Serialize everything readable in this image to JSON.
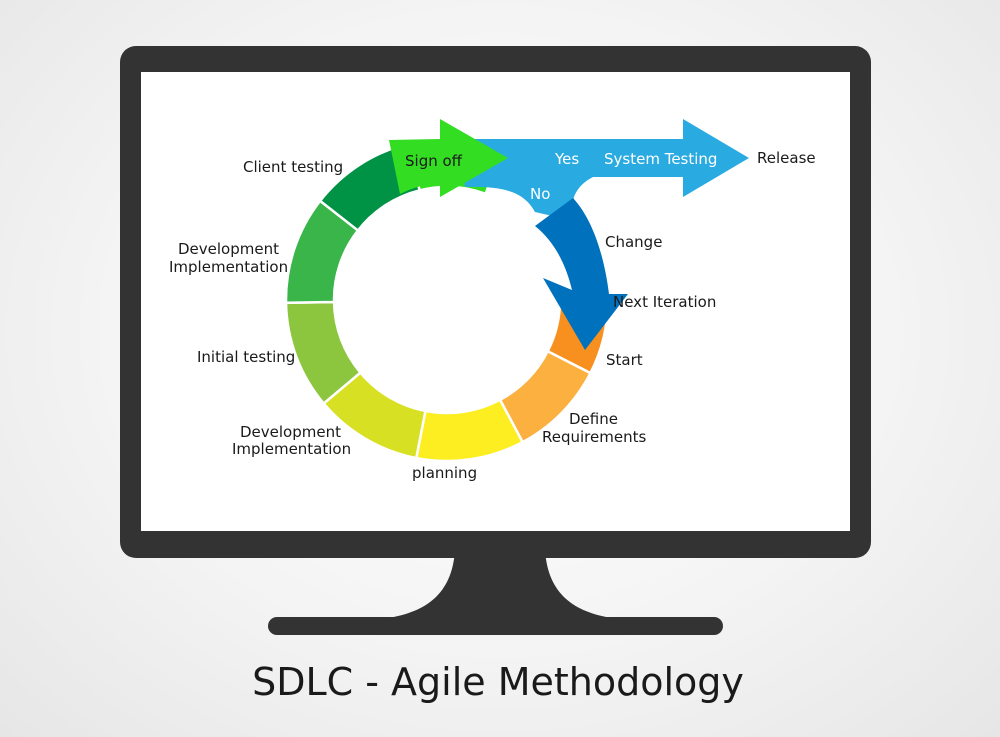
{
  "caption": "SDLC - Agile Methodology",
  "colors": {
    "monitor": "#333333",
    "screen": "#ffffff",
    "seg_start": "#f7901e",
    "seg_define": "#fbb040",
    "seg_planning": "#fcee21",
    "seg_devimpl_lower": "#d7e022",
    "seg_initial_testing": "#8cc63f",
    "seg_devimpl_upper": "#39b54a",
    "seg_client_testing": "#009245",
    "sign_off": "#33dd22",
    "release_arrow": "#29abe2",
    "change_arrow": "#0071bc"
  },
  "labels": {
    "sign_off": "Sign off",
    "yes": "Yes",
    "no": "No",
    "system_testing": "System Testing",
    "release": "Release",
    "change": "Change",
    "next_iteration": "Next Iteration",
    "start": "Start",
    "define_line1": "Define",
    "define_line2": "Requirements",
    "planning": "planning",
    "dev_lower_line1": "Development",
    "dev_lower_line2": "Implementation",
    "initial_testing": "Initial testing",
    "dev_upper_line1": "Development",
    "dev_upper_line2": "Implementation",
    "client_testing": "Client testing"
  }
}
